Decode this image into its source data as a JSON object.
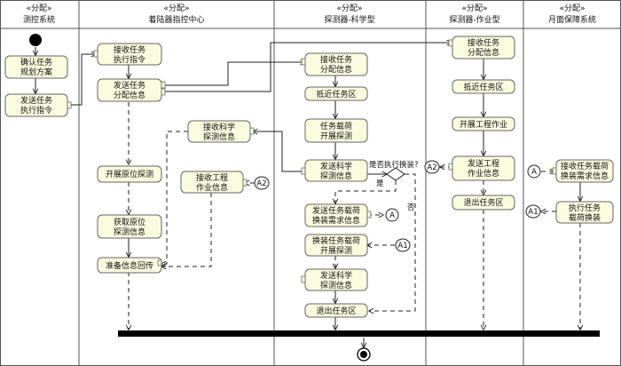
{
  "lanes": [
    {
      "stereotype": "«分配»",
      "name": "测控系统"
    },
    {
      "stereotype": "«分配»",
      "name": "着陆器指控中心"
    },
    {
      "stereotype": "«分配»",
      "name": "探测器-科学型"
    },
    {
      "stereotype": "«分配»",
      "name": "探测器-作业型"
    },
    {
      "stereotype": "«分配»",
      "name": "月面保障系统"
    }
  ],
  "nodes": {
    "confirm_plan": [
      "确认任务",
      "规划方案"
    ],
    "send_cmd": [
      "发送任务",
      "执行指令"
    ],
    "recv_exec_cmd": [
      "接收任务",
      "执行指令"
    ],
    "send_alloc": [
      "发送任务",
      "分配信息"
    ],
    "insitu_detect": [
      "开展原位探测"
    ],
    "get_insitu": [
      "获取原位",
      "探测信息"
    ],
    "prep_return": [
      "准备信息回传"
    ],
    "recv_sci_info": [
      "接收科学",
      "探测信息"
    ],
    "recv_eng_info": [
      "接收工程",
      "作业信息"
    ],
    "sci_recv_alloc": [
      "接收任务",
      "分配信息"
    ],
    "sci_approach": [
      "抵近任务区"
    ],
    "sci_payload_detect": [
      "任务载荷",
      "开展探测"
    ],
    "sci_send_info": [
      "发送科学",
      "探测信息"
    ],
    "sci_send_swap_req": [
      "发送任务载荷",
      "换装需求信息"
    ],
    "sci_swap_detect": [
      "换装任务载荷",
      "开展探测"
    ],
    "sci_send_info2": [
      "发送科学",
      "探测信息"
    ],
    "sci_exit": [
      "退出任务区"
    ],
    "op_recv_alloc": [
      "接收任务",
      "分配信息"
    ],
    "op_approach": [
      "抵近任务区"
    ],
    "op_engineering": [
      "开展工程作业"
    ],
    "op_send_eng": [
      "发送工程",
      "作业信息"
    ],
    "op_exit": [
      "退出任务区"
    ],
    "sup_recv_swap": [
      "接收任务载荷",
      "换装需求信息"
    ],
    "sup_exec_swap": [
      "执行任务",
      "载荷换装"
    ]
  },
  "decision": {
    "question": "是否执行换装?",
    "yes": "是",
    "no": "否"
  },
  "connectors": {
    "A": "A",
    "A1": "A1",
    "A2": "A2"
  }
}
